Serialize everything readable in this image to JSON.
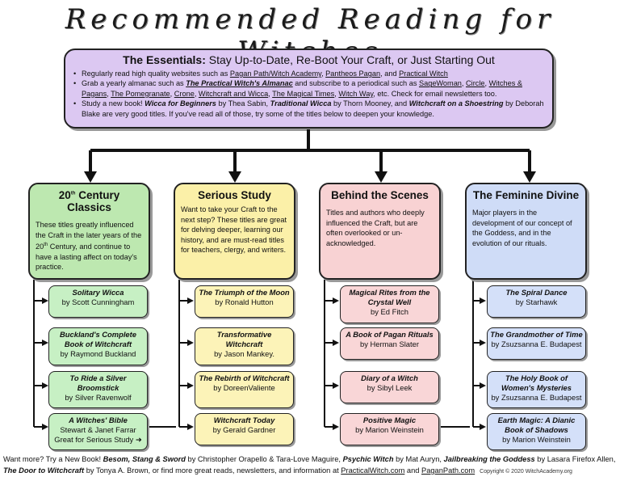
{
  "title": "Recommended Reading for Witches",
  "essentials": {
    "heading_bold": "The Essentials:",
    "heading_rest": "Stay Up-to-Date, Re-Boot Your Craft, or Just Starting Out",
    "b1_text": "Regularly read high quality websites such as ",
    "b1_link1": "Pagan Path/Witch Academy",
    "b1_sep1": ", ",
    "b1_link2": "Pantheos Pagan",
    "b1_sep2": ", and ",
    "b1_link3": "Practical Witch",
    "b2_text": "Grab a yearly almanac such as ",
    "b2_almanac": "The Practical Witch's Almanac",
    "b2_mid": " and subscribe to a periodical such as ",
    "b2_p1": "SageWoman",
    "b2_p2": "Circle",
    "b2_p3": "Witches & Pagans",
    "b2_p4": "The Pomegranate",
    "b2_p5": "Crone",
    "b2_p6": "Witchcraft and Wicca",
    "b2_p7": "The Magical Times",
    "b2_p8": "Witch Way",
    "b2_end": ", etc.  Check for email newsletters too.",
    "b3_text": "Study a new book! ",
    "b3_book1": "Wicca for Beginners",
    "b3_by1": " by Thea Sabin, ",
    "b3_book2": "Traditional Wicca",
    "b3_by2": " by Thorn Mooney, and ",
    "b3_book3": "Witchcraft on a Shoestring",
    "b3_by3": " by Deborah Blake are very good titles.  If you've read all of those, try some of the titles below to deepen your knowledge."
  },
  "categories": [
    {
      "title_pre": "20",
      "title_sup": "th",
      "title_post": " Century Classics",
      "desc_pre": "These titles greatly influenced the Craft in the later years of the 20",
      "desc_sup": "th",
      "desc_post": " Century, and continue to have a lasting affect on today's practice.",
      "books": [
        {
          "title": "Solitary Wicca",
          "author": "by Scott Cunningham"
        },
        {
          "title": "Buckland's Complete Book of Witchcraft",
          "author": "by Raymond Buckland"
        },
        {
          "title": "To Ride a Silver Broomstick",
          "author": "by Silver Ravenwolf"
        },
        {
          "title": "A Witches' Bible",
          "author": "Stewart & Janet Farrar",
          "extra": "Great for Serious Study ➜"
        }
      ]
    },
    {
      "title": "Serious Study",
      "desc": "Want to take your Craft to the next step? These titles are great for delving deeper, learning our  history, and are must-read titles for teachers, clergy, and writers.",
      "books": [
        {
          "title": "The Triumph of the Moon",
          "author": "by Ronald Hutton"
        },
        {
          "title": "Transformative Witchcraft",
          "author": "by Jason Mankey."
        },
        {
          "title": "The Rebirth of Witchcraft",
          "author": "by DoreenValiente"
        },
        {
          "title": "Witchcraft Today",
          "author": "by Gerald Gardner"
        }
      ]
    },
    {
      "title": "Behind the Scenes",
      "desc": "Titles and authors who deeply influenced the Craft, but are often overlooked or un-acknowledged.",
      "books": [
        {
          "title": "Magical Rites from the Crystal Well",
          "author": "by Ed Fitch"
        },
        {
          "title": "A Book of Pagan Rituals",
          "author": "by Herman Slater"
        },
        {
          "title": "Diary of a Witch",
          "author": "by Sibyl Leek"
        },
        {
          "title": "Positive Magic",
          "author": "by Marion Weinstein"
        }
      ]
    },
    {
      "title": "The Feminine Divine",
      "desc": "Major players in the development of our concept of the Goddess, and in the evolution of our rituals.",
      "books": [
        {
          "title": "The Spiral Dance",
          "author": "by Starhawk"
        },
        {
          "title": "The Grandmother of Time",
          "author": "by Zsuzsanna E. Budapest"
        },
        {
          "title": "The Holy Book of Women's Mysteries",
          "author": "by Zsuzsanna E. Budapest"
        },
        {
          "title": "Earth Magic: A Dianic Book of Shadows",
          "author": "by Marion Weinstein"
        }
      ]
    }
  ],
  "footer": {
    "t1": "Want more? Try a New Book!  ",
    "bk1": "Besom, Stang & Sword",
    "t2": " by Christopher Orapello & Tara-Love Maguire, ",
    "bk2": "Psychic Witch",
    "t3": " by Mat Auryn, ",
    "bk3": "Jailbreaking the Goddess",
    "t4": " by Lasara Firefox Allen, ",
    "bk4": "The Door to Witchcraft",
    "t5": " by Tonya A. Brown, or find more great reads, newsletters, and information at ",
    "link1": "PracticalWitch.com",
    "t6": " and ",
    "link2": "PaganPath.com",
    "copyright": "Copyright © 2020 WitchAcademy.org"
  },
  "colors": {
    "essentials": "#dcc8f2",
    "green": "#bde8b0",
    "yellow": "#fbf0a8",
    "pink": "#f8d2d3",
    "blue": "#cfdcf7"
  }
}
